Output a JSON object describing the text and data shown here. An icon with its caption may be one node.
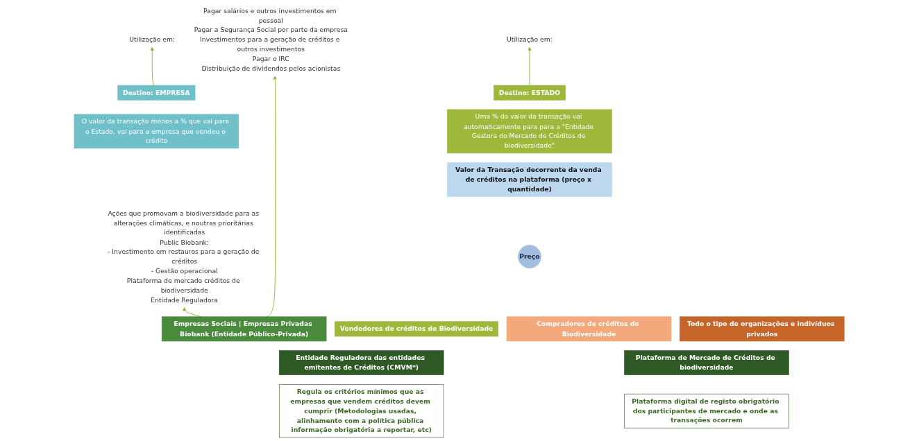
{
  "diagram": {
    "nodes": [
      {
        "text": [
          "Pagar salários e outros investimentos em pessoal",
          "Pagar a Segurança Social por parte da empresa",
          "Investimentos para a geração de créditos e outros investimentos",
          "Pagar o IRC",
          "Distribuição de dividendos pelos acionistas"
        ]
      },
      {
        "text": [
          "Utilização em:"
        ]
      },
      {
        "text": [
          "Utilização em:"
        ]
      },
      {
        "text": [
          "Ações que promovam a biodiversidade para as alterações climáticas, e noutras prioritárias identificadas",
          "Public Biobank:",
          "- Investimento em restauros para a geração de créditos",
          "- Gestão operacional",
          "Plataforma de mercado créditos de biodiversidade",
          "Entidade Reguladora"
        ]
      },
      {
        "text": [
          "Destino: EMPRESA"
        ]
      },
      {
        "text": [
          "O valor da transação menos a % que vai para o Estado, vai para a empresa que vendeu o crédito"
        ]
      },
      {
        "text": [
          "Destino: ESTADO"
        ]
      },
      {
        "text": [
          "Uma % do valor da transação vai automaticamente para para a \"Entidade Gestora do Mercado de Créditos de biodiversidade\""
        ]
      },
      {
        "text": [
          "Valor da Transação decorrente da venda de créditos na plataforma (preço x quantidade)"
        ]
      },
      {
        "text": [
          "Preço"
        ]
      },
      {
        "text": [
          "Todo o tipo de organizações e indivíduos privados"
        ]
      },
      {
        "text": [
          "Compradores de créditos de Biodiversidade"
        ]
      },
      {
        "text": [
          "Vendedores de créditos de Biodiversidade"
        ]
      },
      {
        "text": [
          "Empresas Sociais | Empresas Privadas Biobank (Entidade Público-Privada)"
        ]
      },
      {
        "text": [
          "Plataforma de Mercado de Créditos de biodiversidade"
        ]
      },
      {
        "text": [
          "Entidade Reguladora das entidades emitentes de Créditos (CMVM*)"
        ]
      },
      {
        "text": [
          "Plataforma digital de registo obrigatório dos participantes de mercado e onde as transações ocorrem"
        ]
      },
      {
        "text": [
          "Regula os critérios mínimos que as empresas que vendem créditos devem cumprir (Metodologias usadas, alinhamento com a política pública informação obrigatória a reportar, etc)"
        ]
      }
    ],
    "edges": [
      {
        "from": 4,
        "to": 1,
        "arrow": "to"
      },
      {
        "from": 6,
        "to": 2,
        "arrow": "to"
      },
      {
        "from": 13,
        "to": 0,
        "arrow": "to"
      },
      {
        "from": 13,
        "to": 3,
        "arrow": "to"
      }
    ]
  }
}
